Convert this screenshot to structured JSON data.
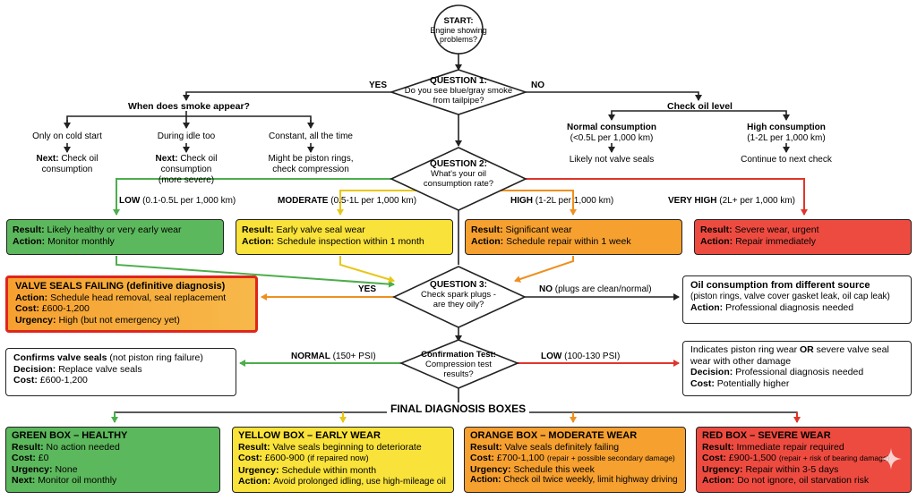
{
  "start": {
    "title": "START:",
    "lines": [
      "Engine showing",
      "problems?"
    ]
  },
  "q1": {
    "title": "QUESTION 1:",
    "lines": [
      "Do you see blue/gray smoke",
      "from tailpipe?"
    ],
    "yes": "YES",
    "no": "NO"
  },
  "smoke": {
    "heading": "When does smoke appear?",
    "options": [
      {
        "label": "Only on cold start",
        "next_label": "Next:",
        "next": "Check oil",
        "more": [
          "consumption"
        ]
      },
      {
        "label": "During idle too",
        "next_label": "Next:",
        "next": "Check oil",
        "more": [
          "consumption",
          "(more severe)"
        ]
      },
      {
        "label": "Constant, all the time",
        "lines": [
          "Might be piston rings,",
          "check compression"
        ]
      }
    ]
  },
  "oil_level": {
    "heading": "Check oil level",
    "normal": {
      "title": "Normal consumption",
      "sub": "(<0.5L per 1,000 km)",
      "note": "Likely not valve seals"
    },
    "high": {
      "title": "High consumption",
      "sub": "(1-2L per 1,000 km)",
      "note": "Continue to next check"
    }
  },
  "q2": {
    "title": "QUESTION 2:",
    "lines": [
      "What's your oil",
      "consumption rate?"
    ],
    "branches": [
      {
        "name": "LOW",
        "range": "(0.1-0.5L per 1,000 km)"
      },
      {
        "name": "MODERATE",
        "range": "(0.5-1L per 1,000 km)"
      },
      {
        "name": "HIGH",
        "range": "(1-2L per 1,000 km)"
      },
      {
        "name": "VERY HIGH",
        "range": "(2L+ per 1,000 km)"
      }
    ]
  },
  "results": [
    {
      "result_label": "Result:",
      "result": "Likely healthy or very early wear",
      "action_label": "Action:",
      "action": "Monitor monthly"
    },
    {
      "result_label": "Result:",
      "result": "Early valve seal wear",
      "action_label": "Action:",
      "action": "Schedule inspection within 1 month"
    },
    {
      "result_label": "Result:",
      "result": "Significant wear",
      "action_label": "Action:",
      "action": "Schedule repair within 1 week"
    },
    {
      "result_label": "Result:",
      "result": "Severe wear, urgent",
      "action_label": "Action:",
      "action": "Repair immediately"
    }
  ],
  "q3": {
    "title": "QUESTION 3:",
    "lines": [
      "Check spark plugs -",
      "are they oily?"
    ],
    "yes": "YES",
    "no": "NO",
    "no_note": "(plugs are clean/normal)"
  },
  "valve_seals": {
    "heading": "VALVE SEALS FAILING (definitive diagnosis)",
    "action_label": "Action:",
    "action": "Schedule head removal, seal replacement",
    "cost_label": "Cost:",
    "cost": "£600-1,200",
    "urgency_label": "Urgency:",
    "urgency": "High (but not emergency yet)"
  },
  "other_source": {
    "heading": "Oil consumption from different source",
    "sub": "(piston rings, valve cover gasket leak, oil cap leak)",
    "action_label": "Action:",
    "action": "Professional diagnosis needed"
  },
  "conf": {
    "title": "Confirmation Test:",
    "lines": [
      "Compression test",
      "results?"
    ],
    "normal": "NORMAL",
    "normal_range": "(150+ PSI)",
    "low": "LOW",
    "low_range": "(100-130 PSI)"
  },
  "confirms": {
    "line1_bold": "Confirms valve seals",
    "line1_rest": "(not piston ring failure)",
    "decision_label": "Decision:",
    "decision": "Replace valve seals",
    "cost_label": "Cost:",
    "cost": "£600-1,200"
  },
  "piston": {
    "line1_a": "Indicates piston ring wear",
    "line1_or": "OR",
    "line1_b": "severe valve seal",
    "line2": "wear with other damage",
    "decision_label": "Decision:",
    "decision": "Professional diagnosis needed",
    "cost_label": "Cost:",
    "cost": "Potentially higher"
  },
  "final_title": "FINAL DIAGNOSIS BOXES",
  "final": [
    {
      "heading": "GREEN BOX – HEALTHY",
      "rows": [
        {
          "l": "Result:",
          "v": "No action needed"
        },
        {
          "l": "Cost:",
          "v": "£0"
        },
        {
          "l": "Urgency:",
          "v": "None"
        },
        {
          "l": "Next:",
          "v": "Monitor oil monthly"
        }
      ]
    },
    {
      "heading": "YELLOW BOX – EARLY WEAR",
      "rows": [
        {
          "l": "Result:",
          "v": "Valve seals beginning to deteriorate"
        },
        {
          "l": "Cost:",
          "v": "£600-900",
          "n": "(if repaired now)"
        },
        {
          "l": "Urgency:",
          "v": "Schedule within month"
        },
        {
          "l": "Action:",
          "v": "Avoid prolonged idling, use high-mileage oil"
        }
      ]
    },
    {
      "heading": "ORANGE BOX – MODERATE WEAR",
      "rows": [
        {
          "l": "Result:",
          "v": "Valve seals definitely failing"
        },
        {
          "l": "Cost:",
          "v": "£700-1,100",
          "n": "(repair + possible secondary damage)"
        },
        {
          "l": "Urgency:",
          "v": "Schedule this week"
        },
        {
          "l": "Action:",
          "v": "Check oil twice weekly, limit highway driving"
        }
      ]
    },
    {
      "heading": "RED BOX – SEVERE WEAR",
      "rows": [
        {
          "l": "Result:",
          "v": "Immediate repair required"
        },
        {
          "l": "Cost:",
          "v": "£900-1,500",
          "n": "(repair + risk of bearing damage)"
        },
        {
          "l": "Urgency:",
          "v": "Repair within 3-5 days"
        },
        {
          "l": "Action:",
          "v": "Do not ignore, oil starvation risk"
        }
      ]
    }
  ],
  "colors": {
    "green": "#5cb85c",
    "yellow": "#f9e23a",
    "orange": "#f6a030",
    "red": "#ee4b40",
    "valve_border": "#e0251b",
    "line": "#222222"
  },
  "icons": {
    "sparkle": "sparkle-icon"
  }
}
